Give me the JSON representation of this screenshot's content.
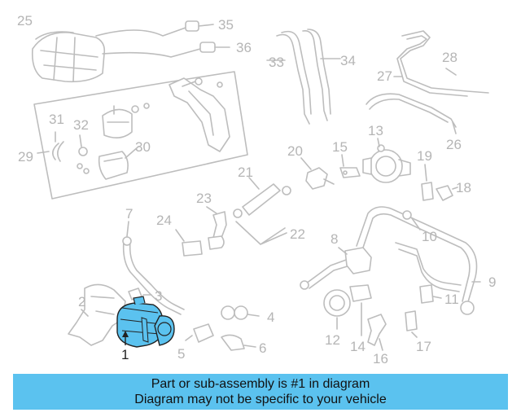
{
  "diagram": {
    "highlighted_part": "1",
    "highlight_color": "#5bc2ef",
    "line_color": "#bdbdbd",
    "callouts": [
      "1",
      "2",
      "3",
      "4",
      "5",
      "6",
      "7",
      "8",
      "9",
      "10",
      "11",
      "12",
      "13",
      "14",
      "15",
      "16",
      "17",
      "18",
      "19",
      "20",
      "21",
      "22",
      "23",
      "24",
      "25",
      "26",
      "27",
      "28",
      "29",
      "30",
      "31",
      "32",
      "33",
      "34",
      "35",
      "36"
    ]
  },
  "banner": {
    "line1": "Part or sub-assembly is #1 in diagram",
    "line2": "Diagram may not be specific to your vehicle",
    "background": "#5bc2ef"
  }
}
